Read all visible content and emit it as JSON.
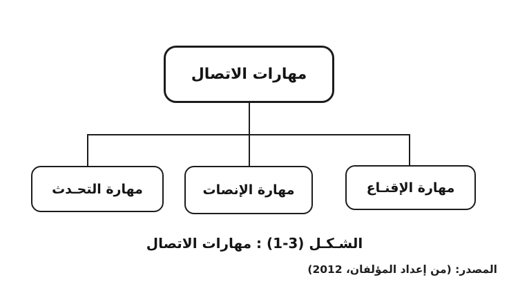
{
  "colors": {
    "background": "#ffffff",
    "ink": "#1b1b1b"
  },
  "chart_data": {
    "type": "tree",
    "root": {
      "label": "مهارات الاتصال"
    },
    "children": [
      {
        "position": "right",
        "label": "مهارة الإقنـاع"
      },
      {
        "position": "middle",
        "label": "مهارة الإنصات"
      },
      {
        "position": "left",
        "label": "مهارة التحـدث"
      }
    ]
  },
  "caption": "الشـكـل (3-1) : مهارات الاتصال",
  "source_line": "المصدر: (من إعداد المؤلفان، 2012)"
}
